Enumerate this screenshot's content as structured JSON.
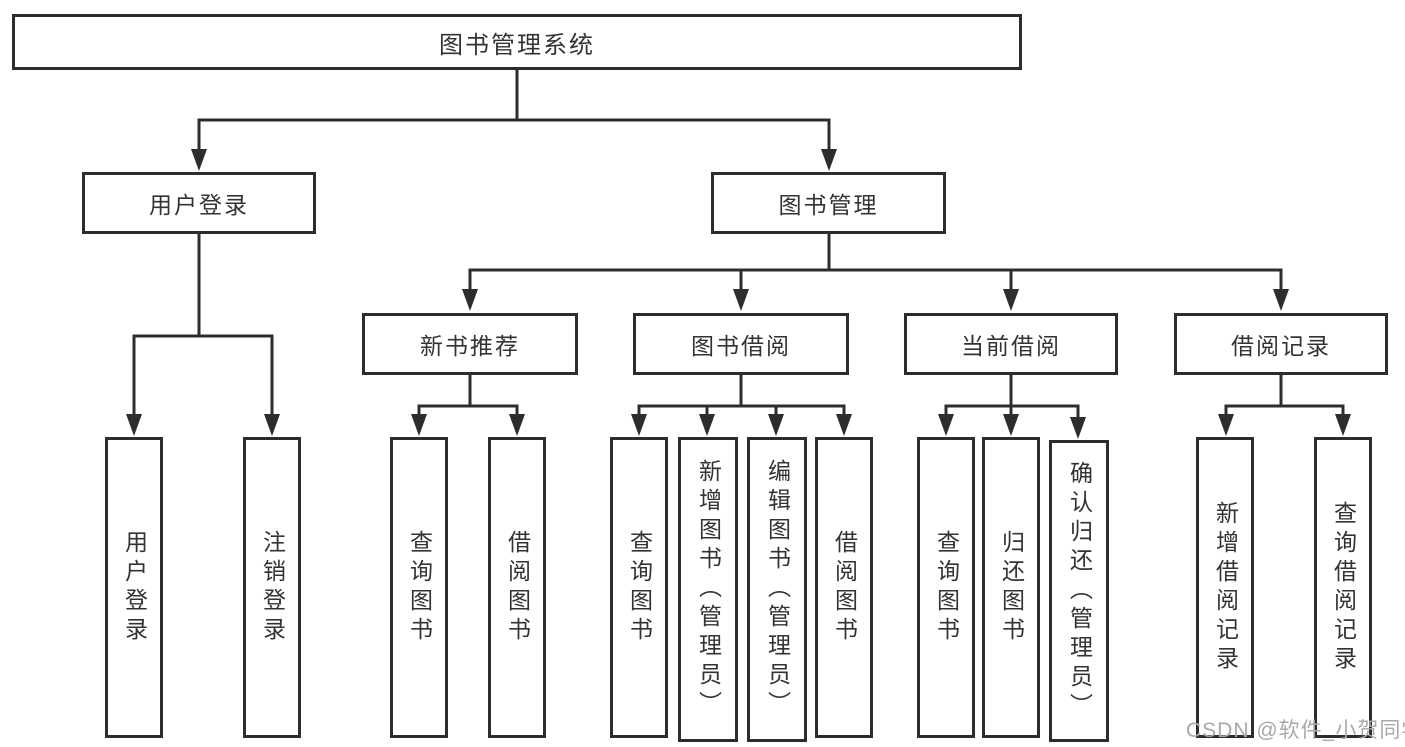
{
  "tree": {
    "root": {
      "label": "图书管理系统",
      "children": [
        {
          "label": "用户登录",
          "children": [
            {
              "label": "用户登录"
            },
            {
              "label": "注销登录"
            }
          ]
        },
        {
          "label": "图书管理",
          "children": [
            {
              "label": "新书推荐",
              "children": [
                {
                  "label": "查询图书"
                },
                {
                  "label": "借阅图书"
                }
              ]
            },
            {
              "label": "图书借阅",
              "children": [
                {
                  "label": "查询图书"
                },
                {
                  "label": "新增图书（管理员）"
                },
                {
                  "label": "编辑图书（管理员）"
                },
                {
                  "label": "借阅图书"
                }
              ]
            },
            {
              "label": "当前借阅",
              "children": [
                {
                  "label": "查询图书"
                },
                {
                  "label": "归还图书"
                },
                {
                  "label": "确认归还（管理员）"
                }
              ]
            },
            {
              "label": "借阅记录",
              "children": [
                {
                  "label": "新增借阅记录"
                },
                {
                  "label": "查询借阅记录"
                }
              ]
            }
          ]
        }
      ]
    }
  },
  "watermark": "CSDN @软件_小贺同学",
  "colors": {
    "line": "#2d2d2d",
    "text": "#333333",
    "box_background": "#ffffff",
    "watermark": "#a9a9a9",
    "background": "#ffffff"
  }
}
